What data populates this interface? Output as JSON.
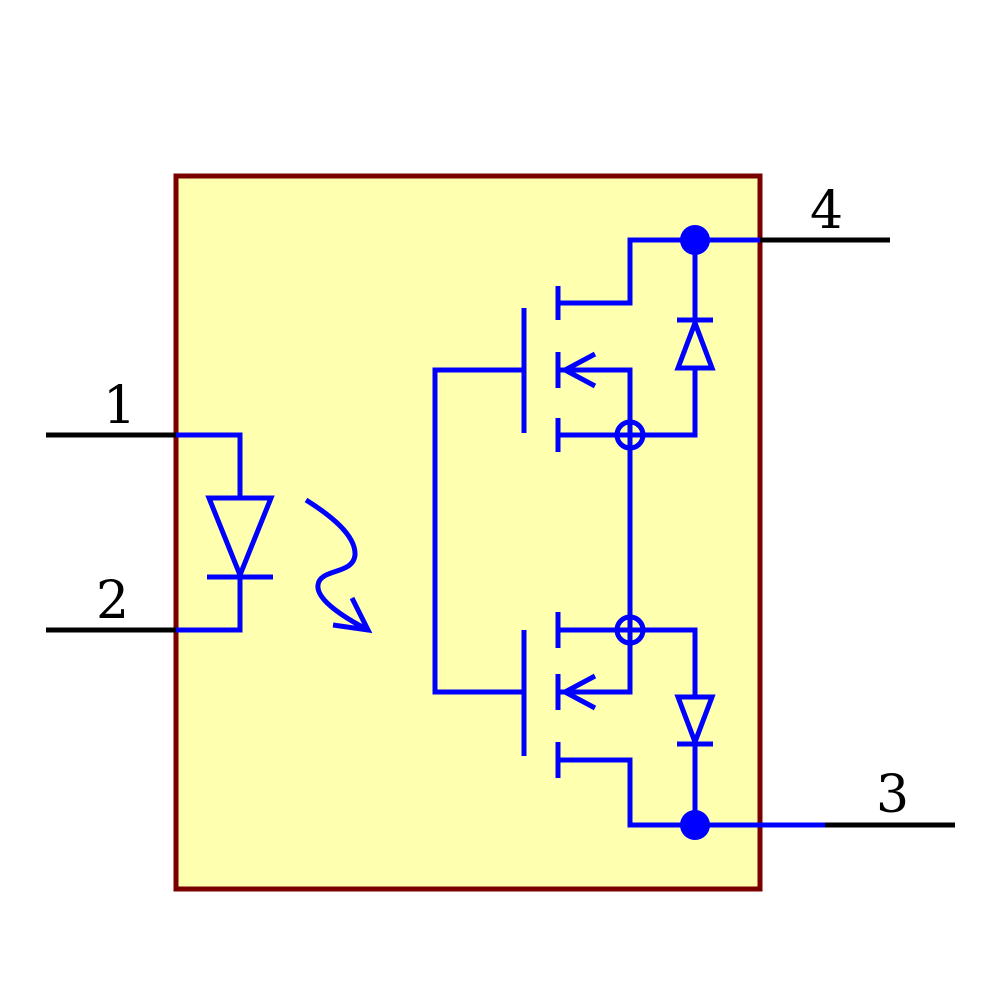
{
  "colors": {
    "package_fill": "#ffffb0",
    "package_border": "#7a0000",
    "circuit": "#0000ff",
    "lead": "#000000",
    "background": "#ffffff"
  },
  "pins": [
    {
      "label": "1"
    },
    {
      "label": "2"
    },
    {
      "label": "3"
    },
    {
      "label": "4"
    }
  ]
}
